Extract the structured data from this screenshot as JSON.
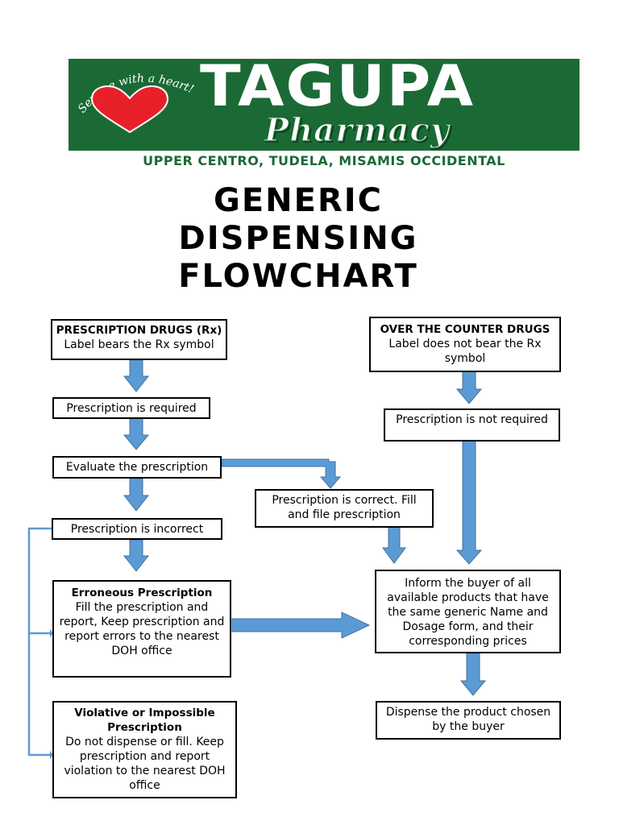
{
  "logo": {
    "tagline": "Service with a heart!",
    "brand_name": "TAGUPA",
    "brand_sub": "Pharmacy",
    "address": "UPPER CENTRO, TUDELA, MISAMIS OCCIDENTAL"
  },
  "title": {
    "line1": "GENERIC",
    "line2": "DISPENSING",
    "line3": "FLOWCHART"
  },
  "nodes": {
    "rx": {
      "head": "PRESCRIPTION DRUGS (Rx)",
      "body": "Label bears the Rx symbol"
    },
    "rx_required": {
      "body": "Prescription is required"
    },
    "evaluate": {
      "body": "Evaluate the prescription"
    },
    "correct": {
      "body": "Prescription is correct. Fill and file prescription"
    },
    "incorrect": {
      "body": "Prescription is incorrect"
    },
    "erroneous": {
      "head": "Erroneous Prescription",
      "body": "Fill the prescription and report, Keep prescription and report errors to the nearest DOH office"
    },
    "violative": {
      "head": "Violative or Impossible Prescription",
      "body": "Do not dispense or fill. Keep prescription and report violation to the nearest DOH office"
    },
    "otc": {
      "head": "OVER THE COUNTER DRUGS",
      "body": "Label does not bear the Rx symbol"
    },
    "not_required": {
      "body": "Prescription is not required"
    },
    "inform": {
      "body": "Inform the buyer of all available products that have the same generic Name and Dosage form, and their corresponding prices"
    },
    "dispense": {
      "body": "Dispense the product chosen by the buyer"
    }
  },
  "colors": {
    "banner": "#1b6a35",
    "heart": "#e8202a",
    "arrow_fill": "#5b9bd5",
    "arrow_stroke": "#41719c"
  }
}
